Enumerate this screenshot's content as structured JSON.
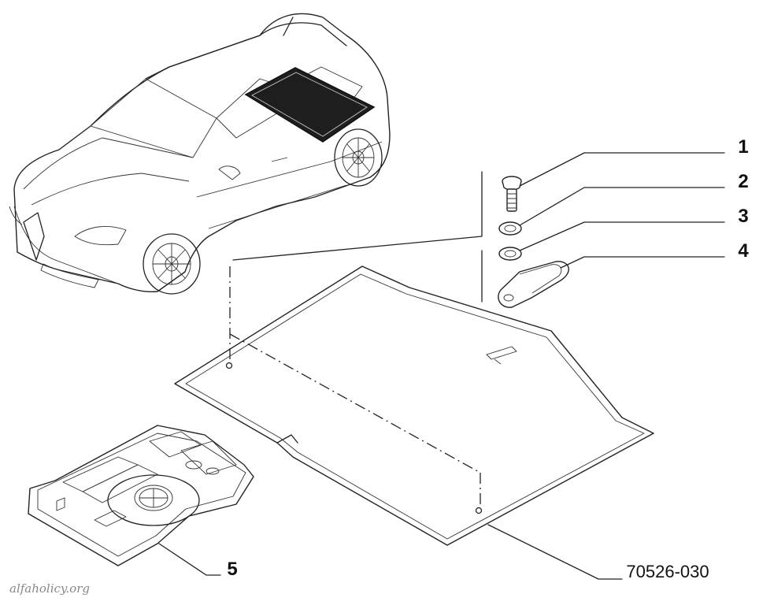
{
  "diagram": {
    "callouts": [
      "1",
      "2",
      "3",
      "4",
      "5"
    ],
    "part_number": "70526-030",
    "watermark": "alfaholicy.org"
  }
}
